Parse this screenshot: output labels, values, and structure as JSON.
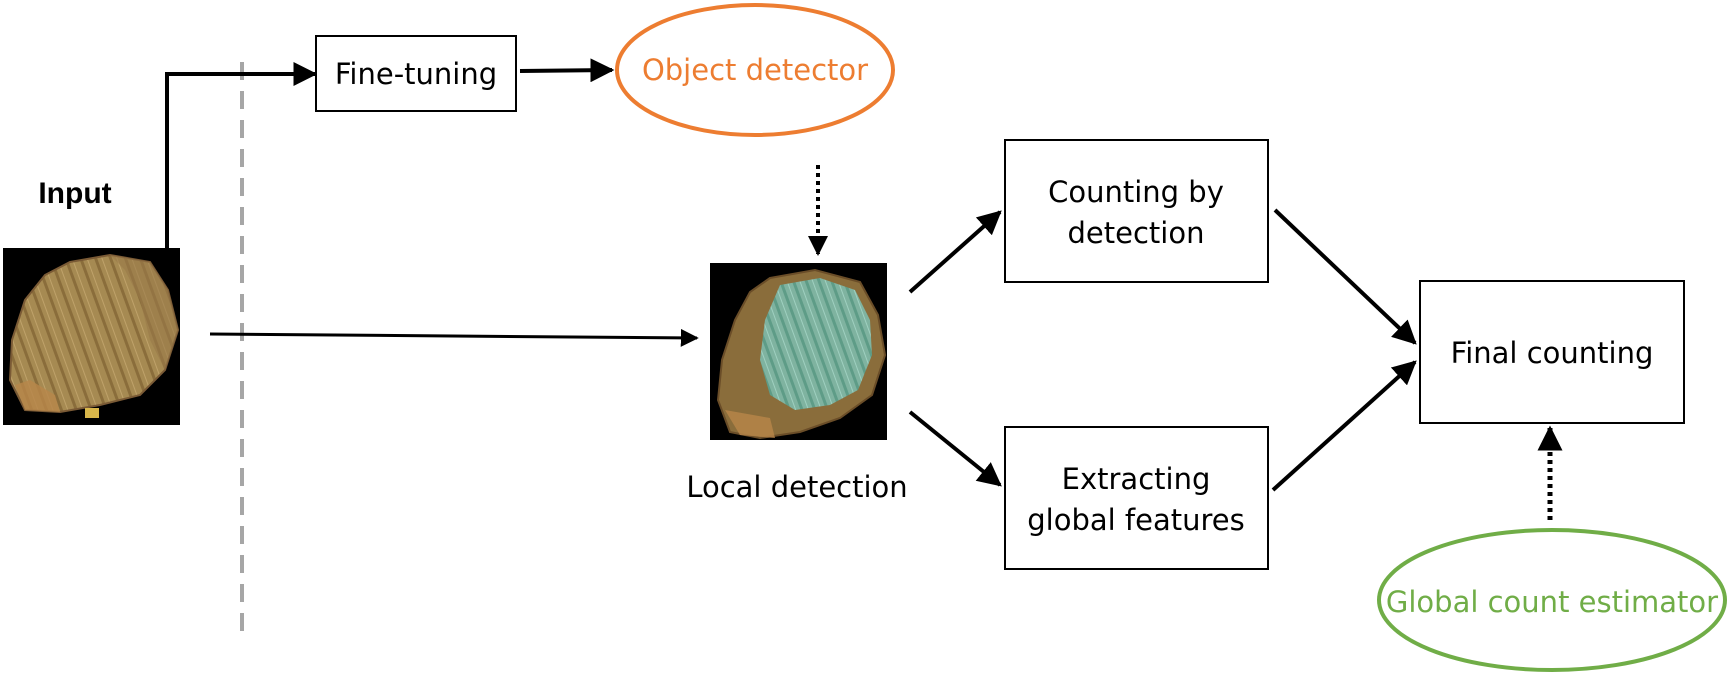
{
  "input_label": "Input",
  "fine_tuning_label": "Fine-tuning",
  "object_detector_label": "Object detector",
  "local_detection_label": "Local detection",
  "counting_line1": "Counting by",
  "counting_line2": "detection",
  "extracting_line1": "Extracting",
  "extracting_line2": "global features",
  "final_counting_label": "Final counting",
  "global_estimator_label": "Global count estimator",
  "colors": {
    "object_detector": "#ED7D31",
    "global_estimator": "#70AD47",
    "divider": "#A6A6A6",
    "line": "#000000"
  }
}
